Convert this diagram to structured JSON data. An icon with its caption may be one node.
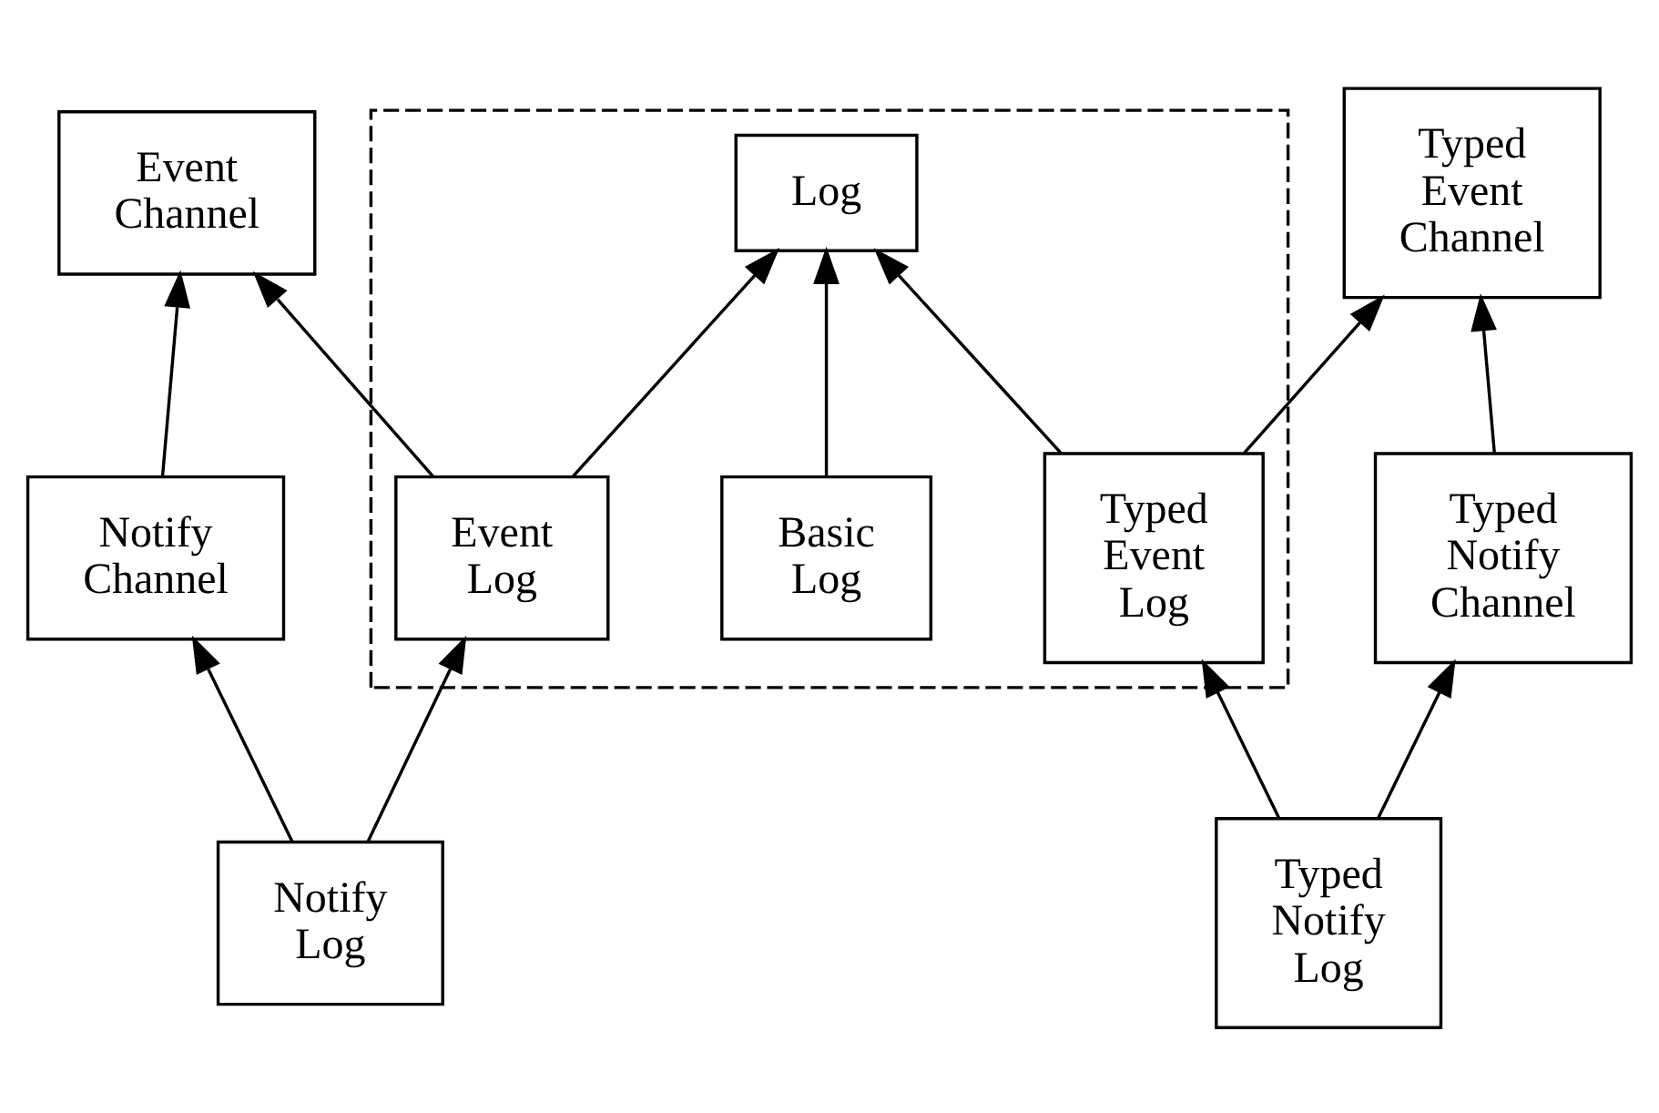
{
  "diagram": {
    "nodes": [
      {
        "text": [],
        "shape": "trapezoid"
      },
      {
        "text": [
          "Event Channel"
        ]
      },
      {
        "text": [
          "Log"
        ],
        "in": 0
      },
      {
        "text": [
          "Typed Event Channel"
        ]
      },
      {
        "text": [
          "Notify Channel"
        ]
      },
      {
        "text": [
          "Event Log"
        ],
        "in": 0
      },
      {
        "text": [
          "Basic Log"
        ],
        "in": 0
      },
      {
        "text": [
          "Typed Event Log"
        ],
        "in": 0
      },
      {
        "text": [
          "Typed Notify Channel"
        ]
      },
      {
        "text": [
          "Notify Log"
        ]
      },
      {
        "text": [
          "Typed Notify Log"
        ]
      }
    ],
    "edges": [
      {
        "from": 4,
        "to": 1,
        "arrow": "to"
      },
      {
        "from": 5,
        "to": 1,
        "arrow": "to"
      },
      {
        "from": 5,
        "to": 2,
        "arrow": "to"
      },
      {
        "from": 6,
        "to": 2,
        "arrow": "to"
      },
      {
        "from": 7,
        "to": 2,
        "arrow": "to"
      },
      {
        "from": 7,
        "to": 3,
        "arrow": "to"
      },
      {
        "from": 8,
        "to": 3,
        "arrow": "to"
      },
      {
        "from": 9,
        "to": 4,
        "arrow": "to"
      },
      {
        "from": 9,
        "to": 5,
        "arrow": "to"
      },
      {
        "from": 10,
        "to": 7,
        "arrow": "to"
      },
      {
        "from": 10,
        "to": 8,
        "arrow": "to"
      }
    ]
  }
}
